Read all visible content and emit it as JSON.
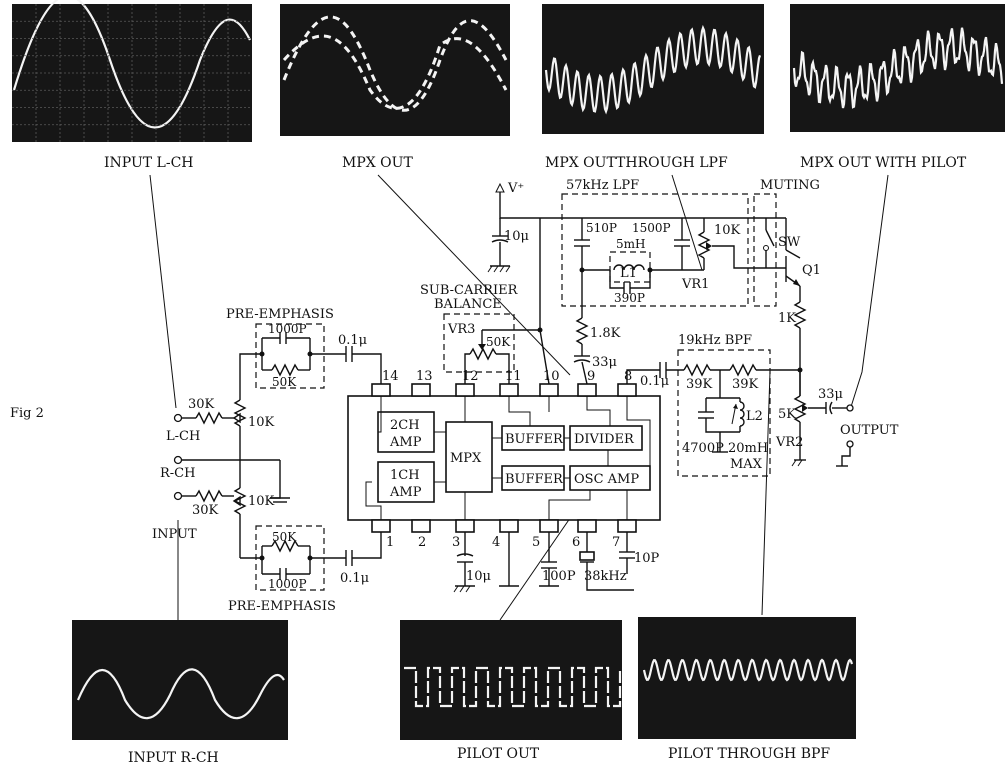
{
  "figure_label": "Fig 2",
  "scopes": {
    "input_l": "INPUT L-CH",
    "mpx_out": "MPX OUT",
    "mpx_lpf": "MPX OUTTHROUGH LPF",
    "mpx_pilot": "MPX OUT WITH PILOT",
    "input_r": "INPUT R-CH",
    "pilot_out": "PILOT OUT",
    "pilot_bpf": "PILOT THROUGH BPF"
  },
  "labels": {
    "vplus": "V⁺",
    "lpf_title": "57kHz LPF",
    "muting": "MUTING",
    "sw": "SW",
    "q1": "Q1",
    "subcarrier_1": "SUB-CARRIER",
    "subcarrier_2": "BALANCE",
    "pre_emphasis_top": "PRE-EMPHASIS",
    "pre_emphasis_bottom": "PRE-EMPHASIS",
    "bpf_title": "19kHz  BPF",
    "output": "OUTPUT",
    "l_ch": "L-CH",
    "r_ch": "R-CH",
    "input": "INPUT",
    "max": "MAX",
    "vr1": "VR1",
    "vr2": "VR2",
    "vr3": "VR3",
    "l1": "L1",
    "l2": "L2"
  },
  "blocks": {
    "amp2": [
      "2CH",
      "AMP"
    ],
    "amp1": [
      "1CH",
      "AMP"
    ],
    "mpx": "MPX",
    "buffer1": "BUFFER",
    "buffer2": "BUFFER",
    "divider": "DIVIDER",
    "osc_amp": "OSC AMP"
  },
  "pins_top": [
    "14",
    "13",
    "12",
    "11",
    "10",
    "9",
    "8"
  ],
  "pins_bottom": [
    "1",
    "2",
    "3",
    "4",
    "5",
    "6",
    "7"
  ],
  "components": {
    "c_10u_vplus": "10μ",
    "c_510p": "510P",
    "c_1500p": "1500P",
    "l_5mh": "5mH",
    "c_390p": "390P",
    "r_10k_lpf": "10K",
    "r_1_8k": "1.8K",
    "c_33u_pin9": "33μ",
    "r_50k_vr3": "50K",
    "c_1000p_top": "1000P",
    "r_50k_top": "50K",
    "c_0_1u_top": "0.1μ",
    "r_30k_top": "30K",
    "r_10k_top": "10K",
    "r_10k_bottom": "10K",
    "r_30k_bottom": "30K",
    "r_50k_bottom": "50K",
    "c_1000p_bottom": "1000P",
    "c_0_1u_bottom": "0.1μ",
    "c_10u_pin3": "10μ",
    "c_100p": "100P",
    "xtal": "38kHz",
    "c_10p": "10P",
    "c_0_1u_pin8": "0.1μ",
    "r_39k_a": "39K",
    "r_39k_b": "39K",
    "c_4700p": "4700P",
    "l_20mh": "20mH",
    "r_1k": "1K",
    "r_5k": "5K",
    "c_33u_out": "33μ"
  },
  "colors": {
    "ink": "#111111",
    "scope_bg": "#161616",
    "trace": "#f4f4f4"
  }
}
